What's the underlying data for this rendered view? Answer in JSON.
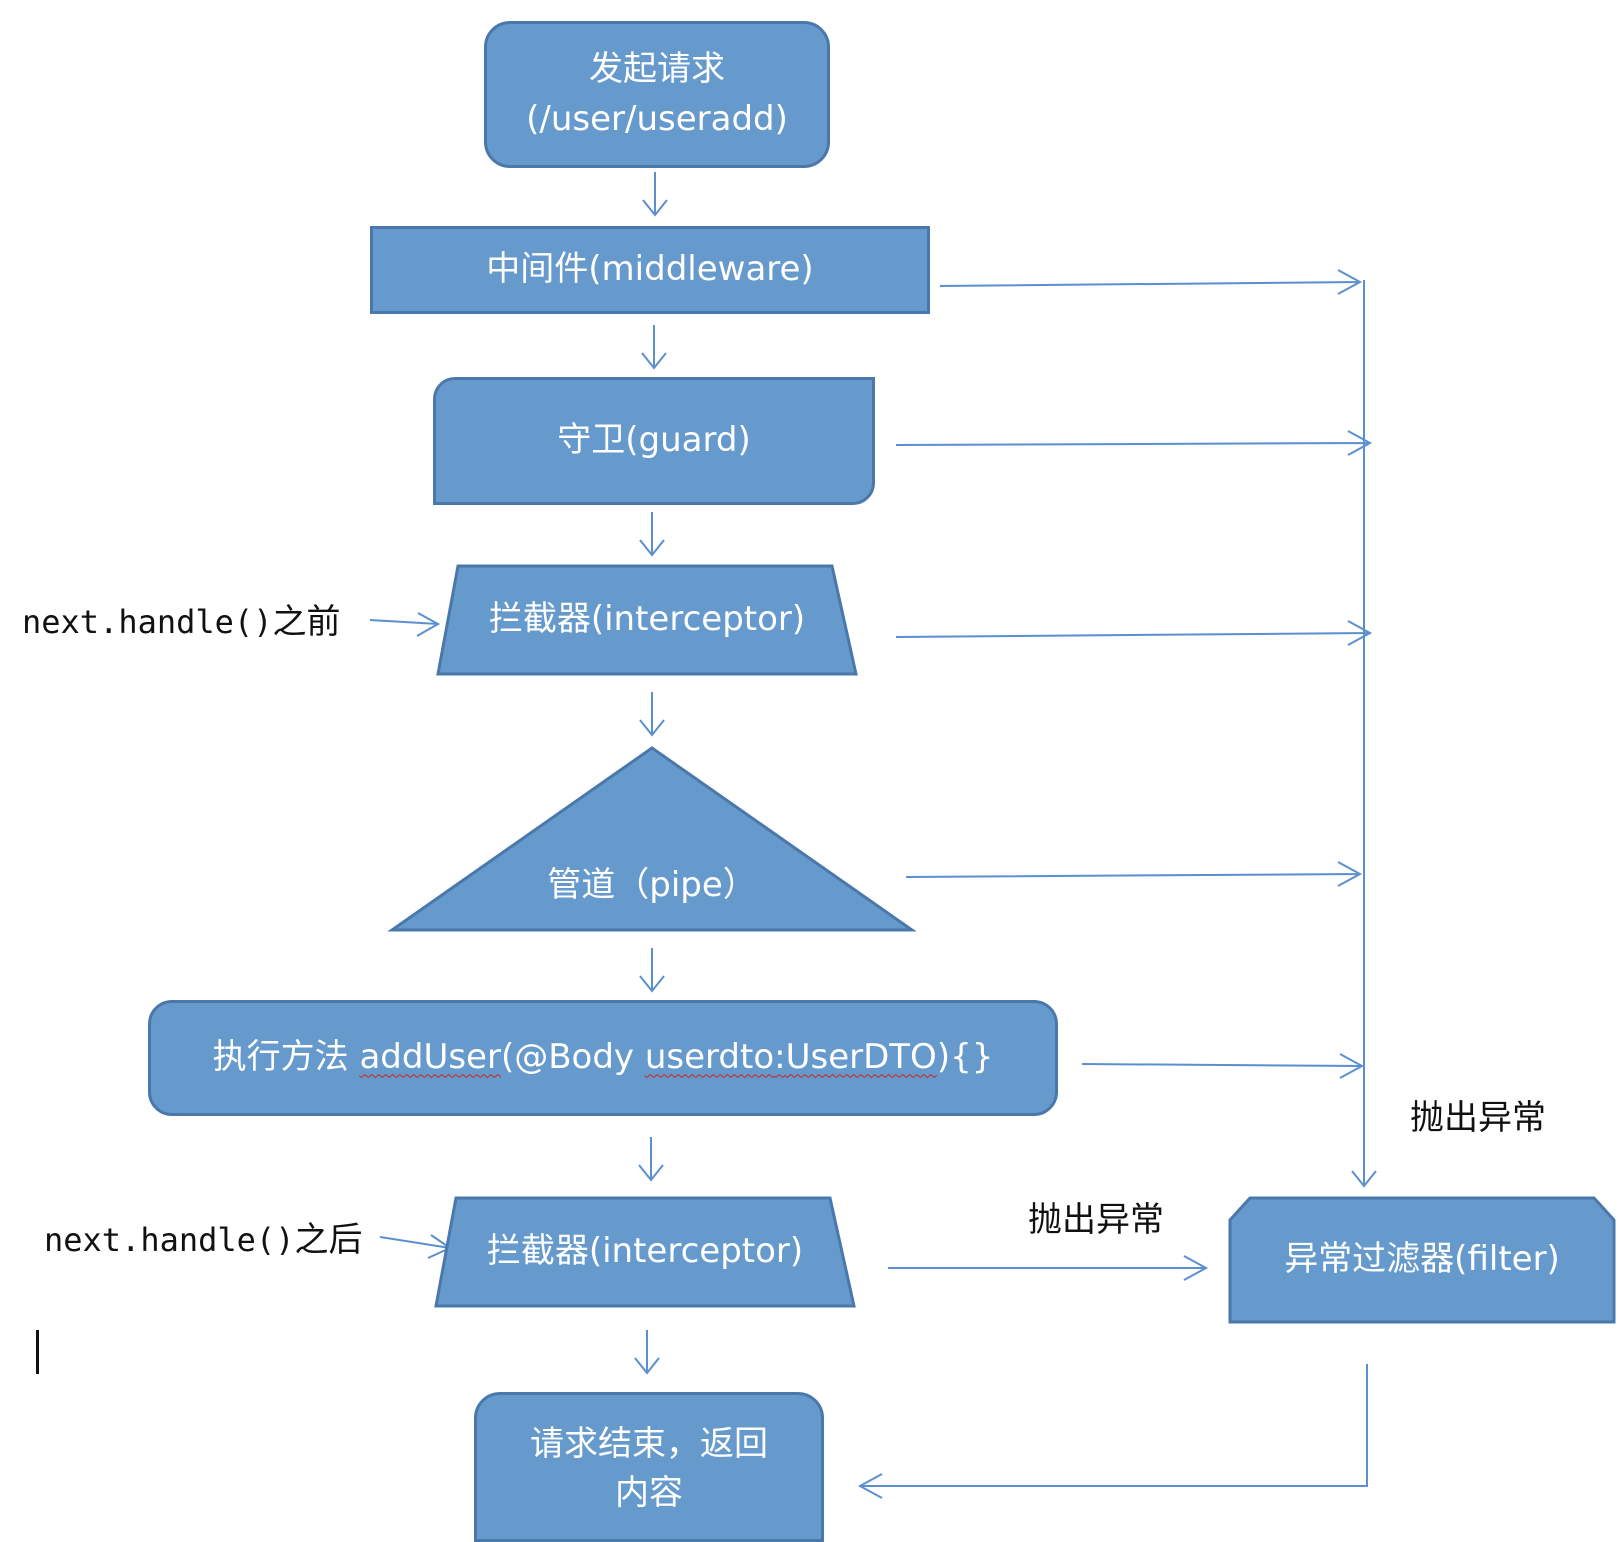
{
  "nodes": {
    "start": {
      "line1": "发起请求",
      "line2": "(/user/useradd)"
    },
    "middleware": {
      "label": "中间件(middleware)"
    },
    "guard": {
      "label": "守卫(guard)"
    },
    "interceptor_before": {
      "label": "拦截器(interceptor)"
    },
    "pipe": {
      "label": "管道（pipe）"
    },
    "handler": {
      "prefix": "执行方法 ",
      "method_name": "addUser",
      "params_open": "(@Body ",
      "param_name": "userdto",
      "param_sep": ":",
      "param_type": "UserDTO",
      "tail": "){}"
    },
    "interceptor_after": {
      "label": "拦截器(interceptor)"
    },
    "end": {
      "line1": "请求结束，返回",
      "line2": "内容"
    },
    "filter": {
      "label": "异常过滤器(filter)"
    }
  },
  "annotations": {
    "before_handle": {
      "code": "next.handle()",
      "text": "之前"
    },
    "after_handle": {
      "code": "next.handle()",
      "text": "之后"
    },
    "throw_exception_right": "抛出异常",
    "throw_exception_bottom": "抛出异常"
  },
  "colors": {
    "node_fill": "#6699cc",
    "node_border": "#4a78ab",
    "edge": "#5b8fd0"
  }
}
